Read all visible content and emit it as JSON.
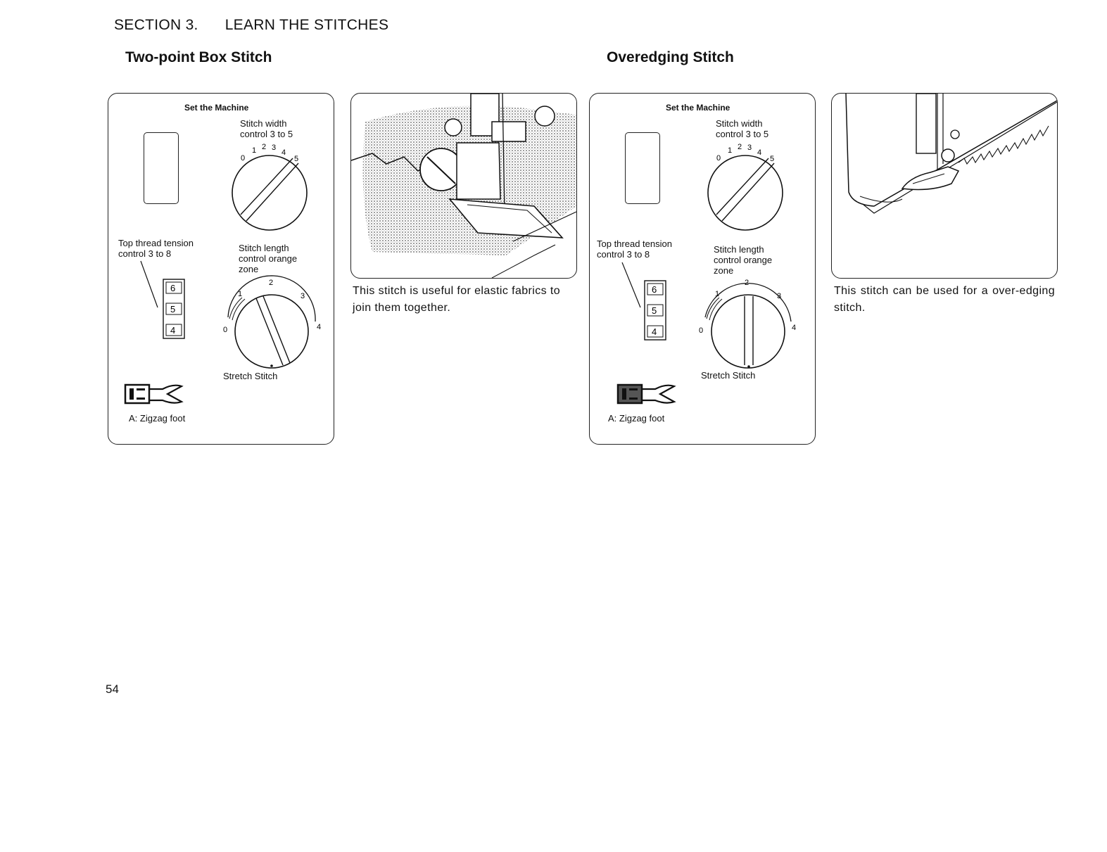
{
  "header": {
    "section": "SECTION 3.",
    "title": "LEARN THE STITCHES"
  },
  "left": {
    "title": "Two-point Box Stitch",
    "panel": {
      "set_machine": "Set the Machine",
      "width_label": "Stitch width",
      "width_label2": "control 3 to 5",
      "width_scale": [
        "0",
        "1",
        "2",
        "3",
        "4",
        "5"
      ],
      "tension_label": "Top thread tension",
      "tension_label2": "control 3 to 8",
      "tension_marks": [
        "6",
        "5",
        "4"
      ],
      "length_label": "Stitch length",
      "length_label2": "control orange",
      "length_label3": "zone",
      "length_scale": [
        "0",
        "1",
        "2",
        "3",
        "4"
      ],
      "stretch": "Stretch Stitch",
      "foot": "A: Zigzag foot"
    },
    "description": "This stitch is useful for elastic fabrics to join them together."
  },
  "right": {
    "title": "Overedging Stitch",
    "panel": {
      "set_machine": "Set the Machine",
      "width_label": "Stitch width",
      "width_label2": "control 3 to 5",
      "width_scale": [
        "0",
        "1",
        "2",
        "3",
        "4",
        "5"
      ],
      "tension_label": "Top thread tension",
      "tension_label2": "control 3 to 8",
      "tension_marks": [
        "6",
        "5",
        "4"
      ],
      "length_label": "Stitch length",
      "length_label2": "control orange",
      "length_label3": "zone",
      "length_scale": [
        "0",
        "1",
        "2",
        "3",
        "4"
      ],
      "stretch": "Stretch Stitch",
      "foot": "A: Zigzag foot"
    },
    "description": "This stitch can be used for a over-edging stitch."
  },
  "page_number": "54"
}
